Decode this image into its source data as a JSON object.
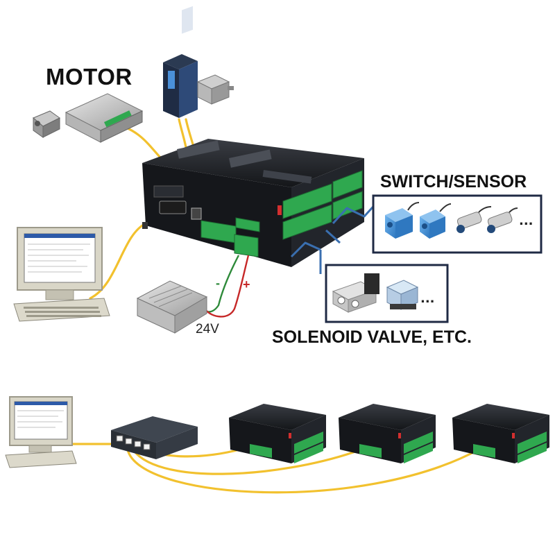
{
  "labels": {
    "motor": "MOTOR",
    "switch_sensor": "SWITCH/SENSOR",
    "solenoid": "SOLENOID VALVE, ETC.",
    "voltage": "24V",
    "minus": "-",
    "plus": "+",
    "sensor_more": "...",
    "valve_more": "..."
  },
  "colors": {
    "cable": "#f2c12e",
    "controller_body": "#1c1f24",
    "terminal_block": "#2fa84f",
    "bracket": "#3a6fb0",
    "box_border": "#1f2a44",
    "wire_positive": "#c62828",
    "wire_negative": "#2e8a3a",
    "sensor_blue": "#3d8fd6",
    "monitor": "#d9d6c7"
  },
  "icons": [
    "motor-drive-icon",
    "servo-motor-icon",
    "controller-icon",
    "computer-icon",
    "power-supply-icon",
    "sensor-icon",
    "solenoid-valve-icon",
    "relay-icon",
    "network-switch-icon"
  ]
}
